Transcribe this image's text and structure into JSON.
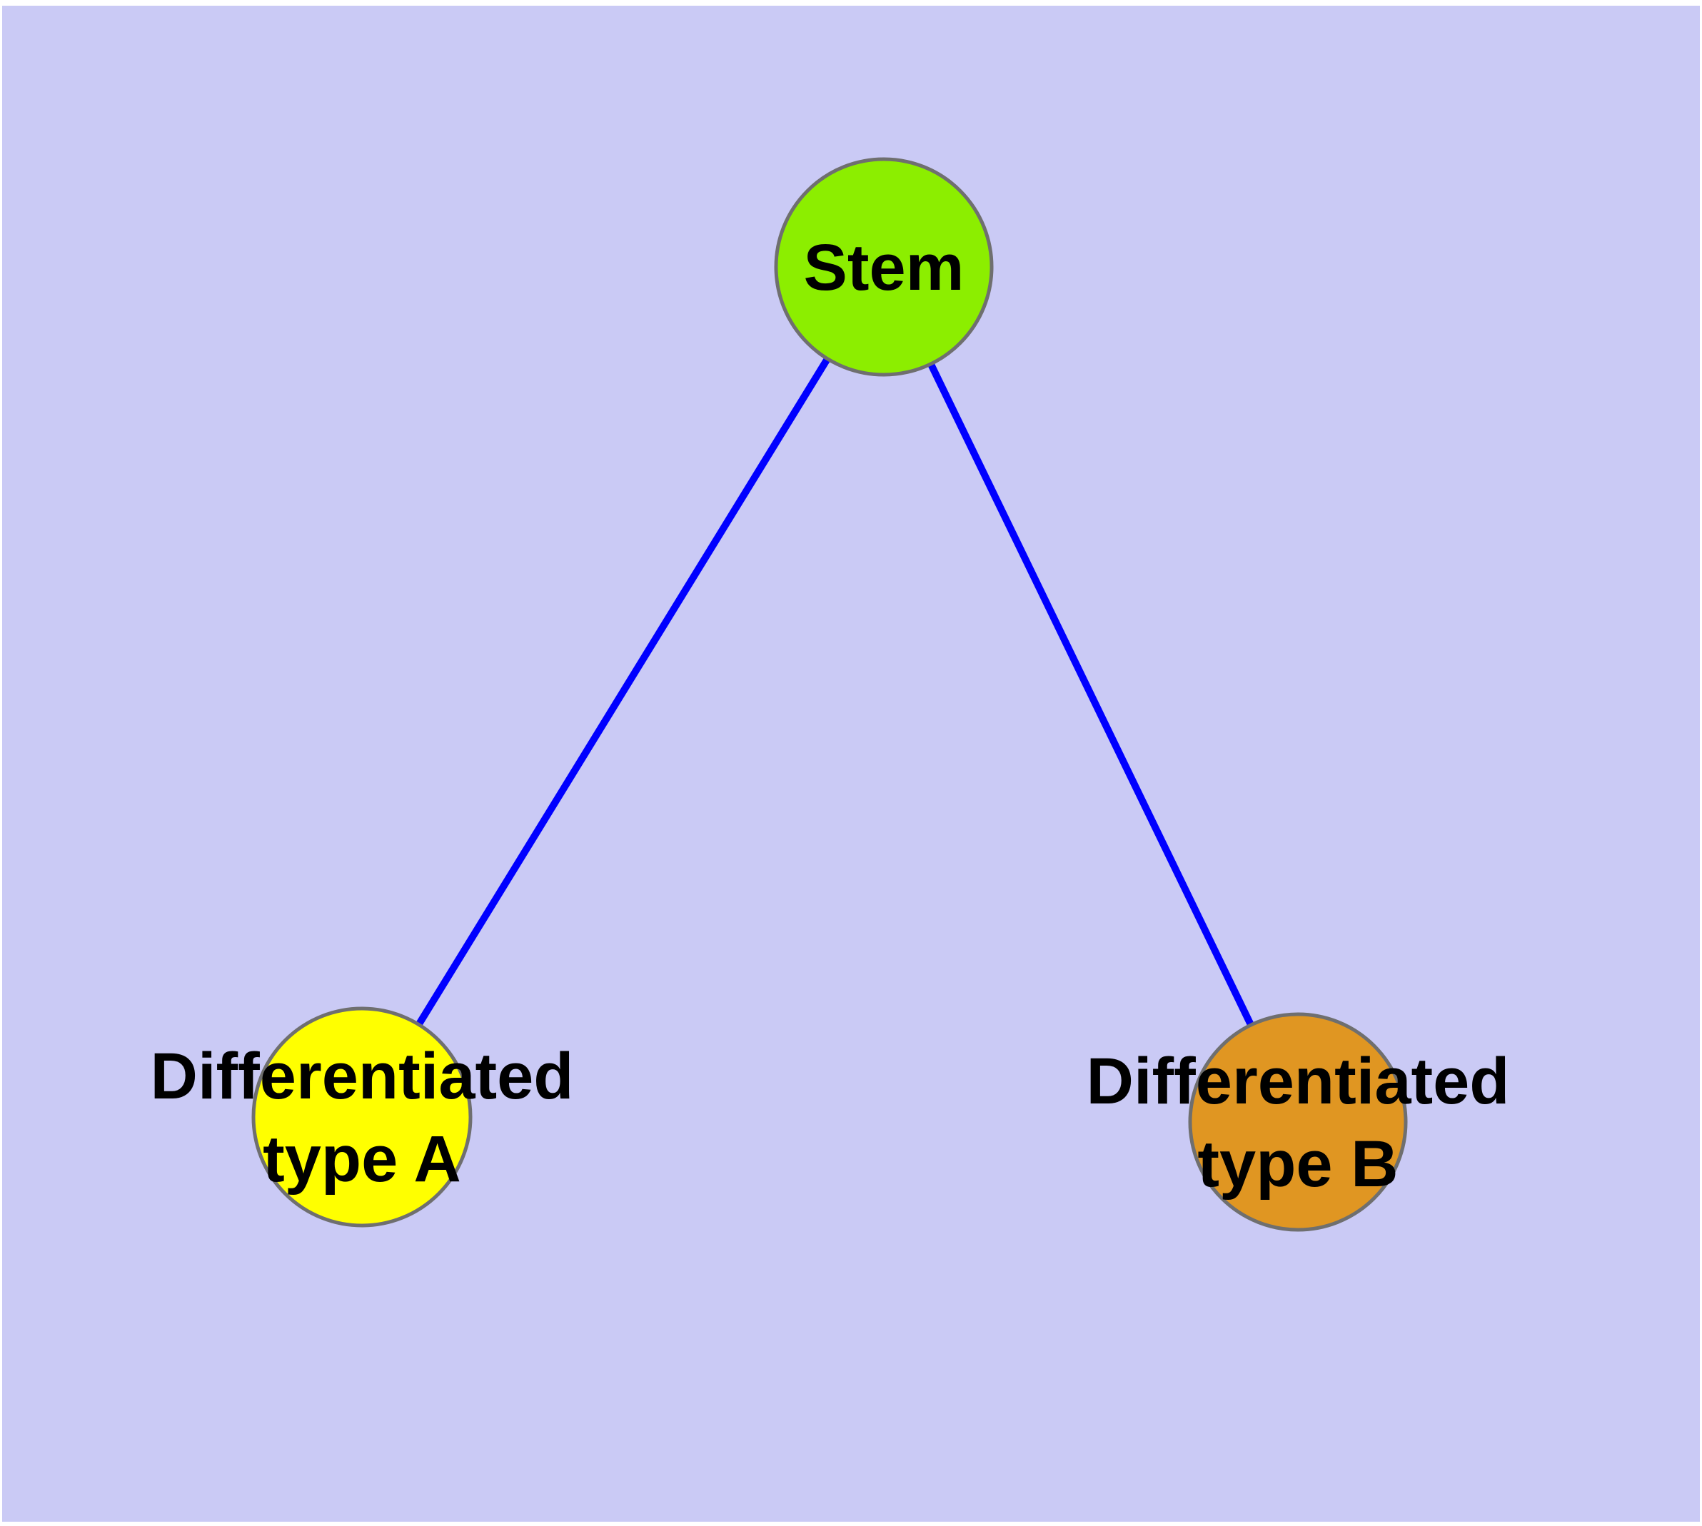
{
  "diagram": {
    "type": "node-link-graph",
    "description": "Cell differentiation hierarchy: a stem node with two differentiated child types",
    "colors": {
      "page_margin": "#FFFFFF",
      "background": "#CACAF5",
      "edge": "#0000FF",
      "node_border": "#6F6F6F",
      "label_text": "#000000",
      "stem_fill": "#8CEE00",
      "type_a_fill": "#FFFF00",
      "type_b_fill": "#E09622"
    },
    "nodes": {
      "stem": {
        "label": "Stem",
        "fill": "#8CEE00"
      },
      "type_a": {
        "label_line1": "Differentiated",
        "label_line2": "type A",
        "fill": "#FFFF00"
      },
      "type_b": {
        "label_line1": "Differentiated",
        "label_line2": "type B",
        "fill": "#E09622"
      }
    },
    "edges": [
      {
        "from": "Stem",
        "to": "Differentiated type A"
      },
      {
        "from": "Stem",
        "to": "Differentiated type B"
      }
    ]
  }
}
